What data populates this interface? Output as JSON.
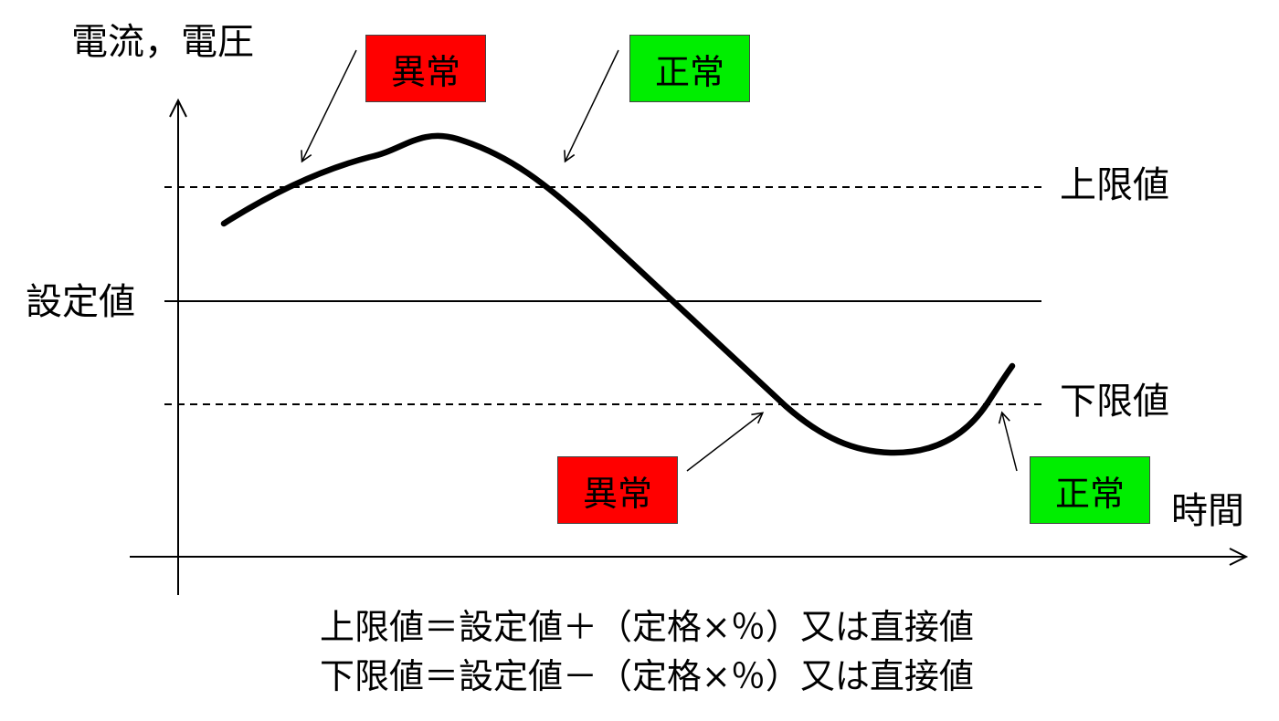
{
  "axes": {
    "y_title": "電流，電圧",
    "x_title": "時間"
  },
  "levels": {
    "upper": "上限値",
    "set": "設定値",
    "lower": "下限値"
  },
  "badges": [
    {
      "text": "異常",
      "status": "abnormal"
    },
    {
      "text": "正常",
      "status": "normal"
    },
    {
      "text": "異常",
      "status": "abnormal"
    },
    {
      "text": "正常",
      "status": "normal"
    }
  ],
  "formulas": {
    "upper": "上限値＝設定値＋（定格×％）又は直接値",
    "lower": "下限値＝設定値－（定格×％）又は直接値"
  },
  "colors": {
    "abnormal": "#ff0000",
    "normal": "#00ee00",
    "line": "#000000"
  }
}
